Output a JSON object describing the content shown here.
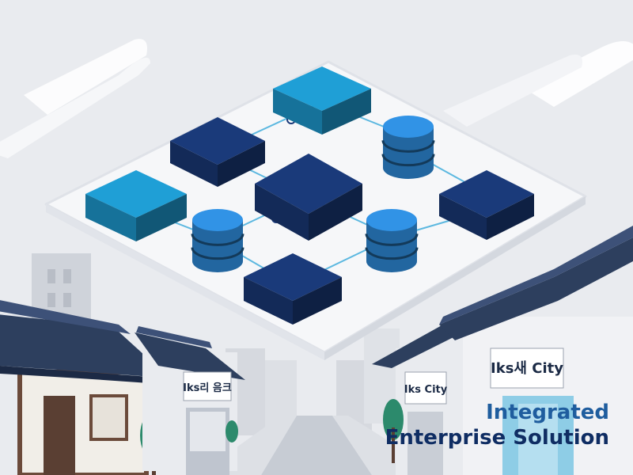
{
  "signs": {
    "left": "Iks리 음크",
    "mid": "Iks City",
    "right": "Iks새 City"
  },
  "caption": {
    "line1": "Integrated",
    "line2": "Enterprise Solution"
  },
  "colors": {
    "sky": "#e9ebef",
    "platform": "#f6f7f9",
    "navy_block": "#1a3a7a",
    "cyan_block": "#1f9fd6",
    "database": "#2b80c8",
    "connector": "#5cb8e0",
    "roof": "#2d3f5e",
    "caption_accent": "#1f5d9e",
    "caption_dark": "#0f2d63"
  },
  "icons": [
    "server-block",
    "database-cylinder",
    "connector-line",
    "hanok-roof"
  ]
}
